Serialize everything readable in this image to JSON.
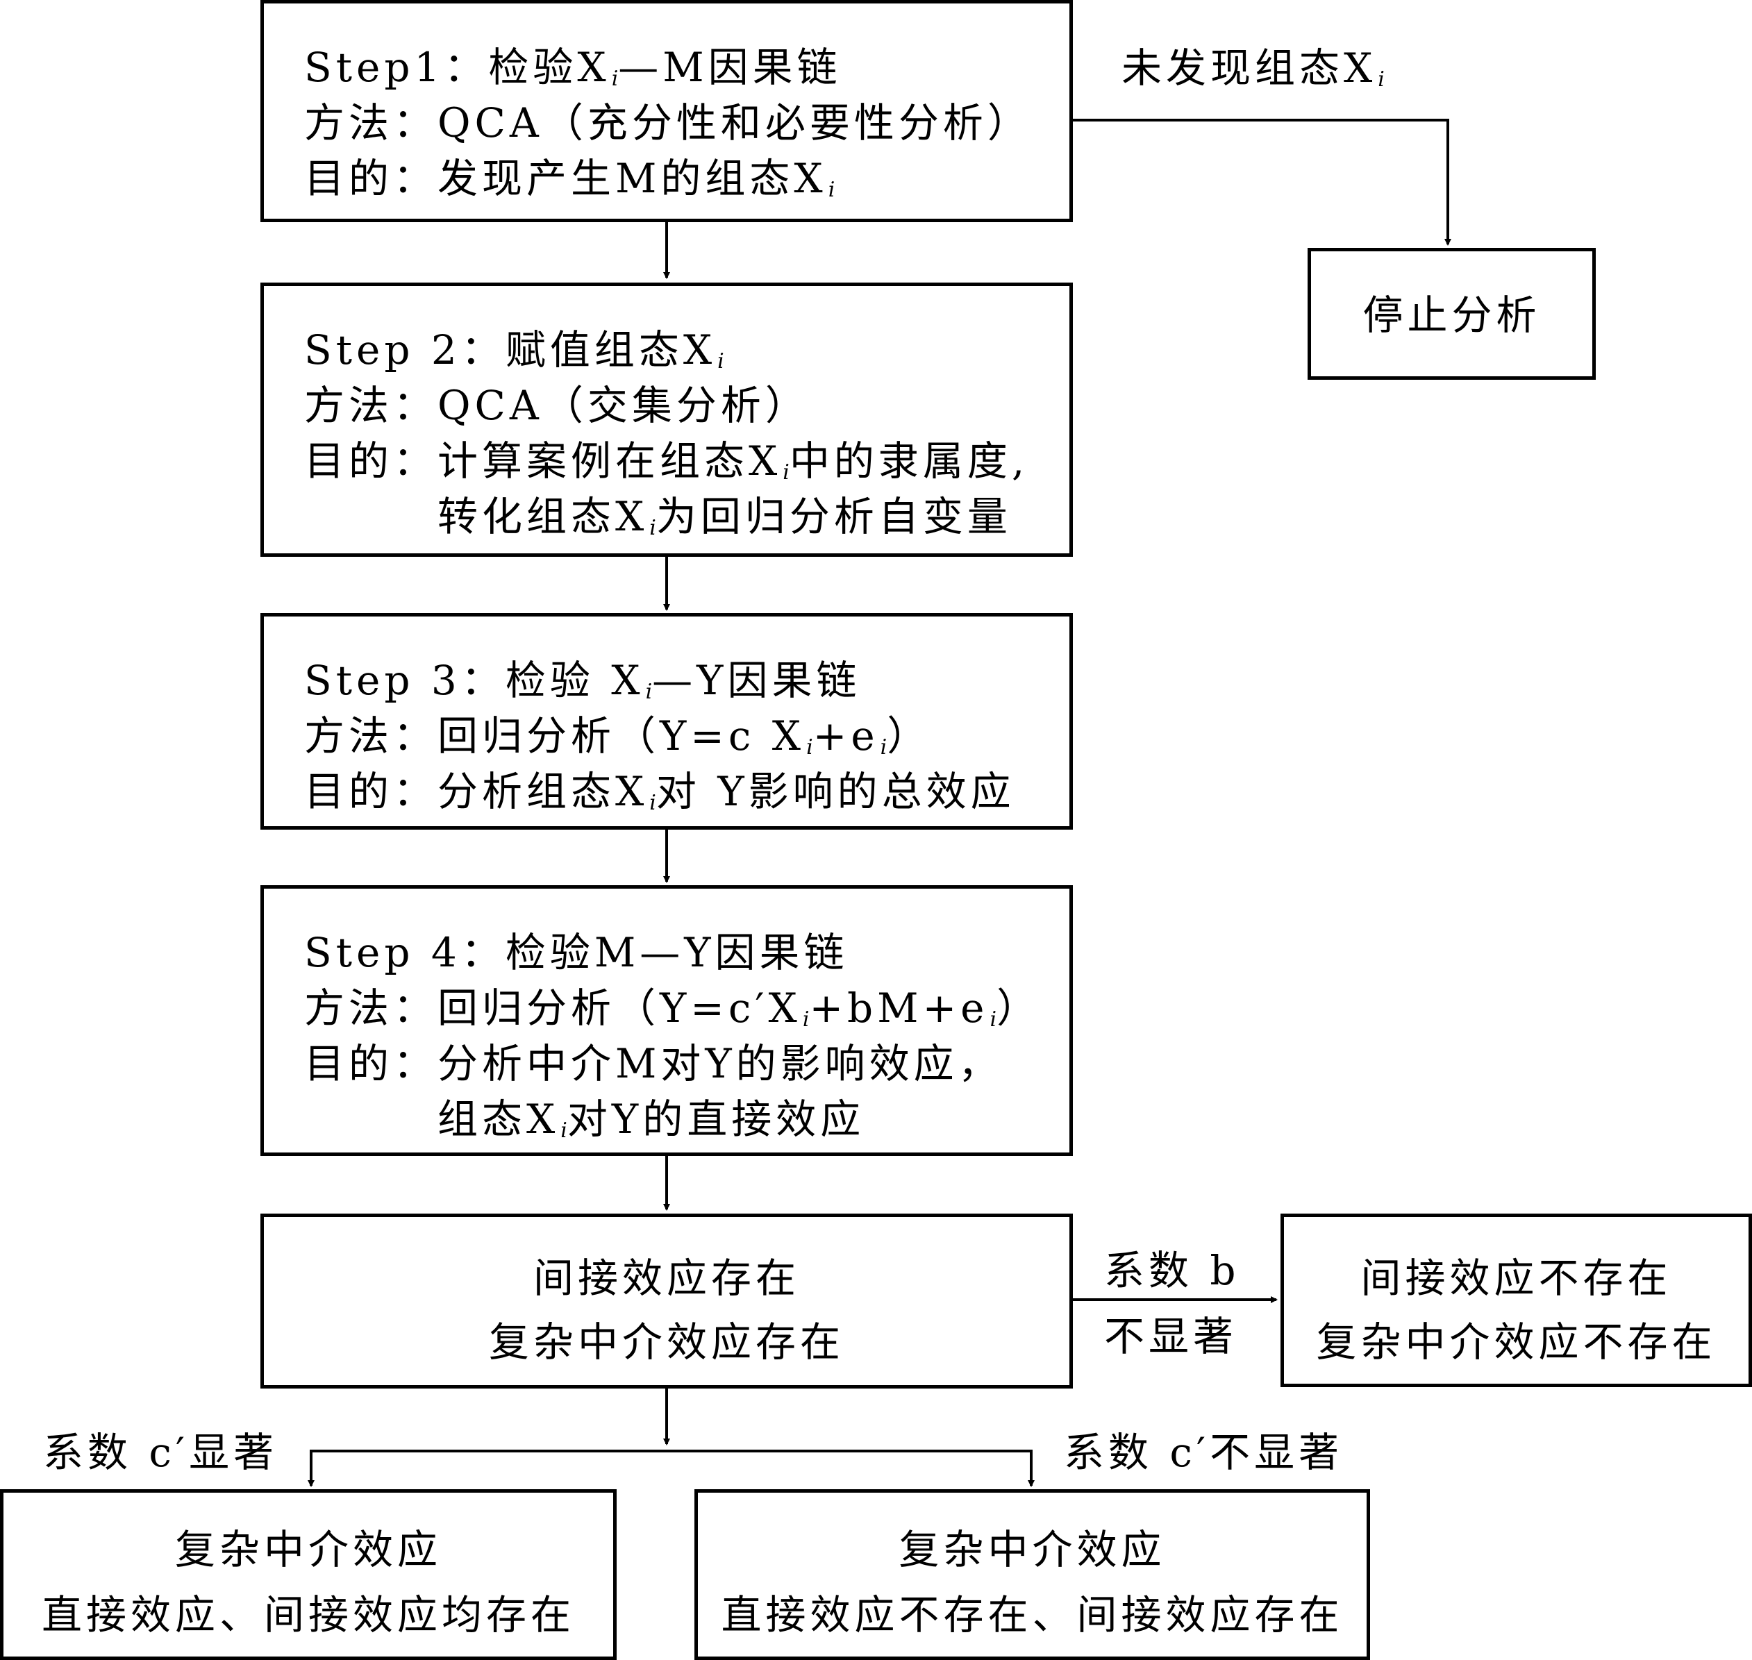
{
  "step1": {
    "title_pre": "Step1：检验X",
    "title_post": "—M因果链",
    "method": "方法：QCA（充分性和必要性分析）",
    "purpose_pre": "目的：发现产生M的组态X"
  },
  "step2": {
    "title_pre": "Step 2：赋值组态X",
    "method": "方法：QCA（交集分析）",
    "purpose_pre": "目的：计算案例在组态X",
    "purpose_post": "中的隶属度,",
    "purpose2_pre": "转化组态X",
    "purpose2_post": "为回归分析自变量"
  },
  "step3": {
    "title_pre": "Step 3：检验 X",
    "title_post": "—Y因果链",
    "method_pre": "方法：回归分析（Y=c X",
    "method_mid": "+e",
    "method_post": "）",
    "purpose_pre": "目的：分析组态X",
    "purpose_post": "对 Y影响的总效应"
  },
  "step4": {
    "title": "Step 4：检验M—Y因果链",
    "method_pre": "方法：回归分析（Y=c′X",
    "method_mid": "+bM+e",
    "method_post": "）",
    "purpose": "目的：分析中介M对Y的影响效应，",
    "purpose2_pre": "组态X",
    "purpose2_post": "对Y的直接效应"
  },
  "subscript_i": "i",
  "no_config_label_pre": "未发现组态X",
  "stop": "停止分析",
  "indirect_exists": {
    "line1": "间接效应存在",
    "line2": "复杂中介效应存在"
  },
  "coef_b_label": {
    "line1": "系数 b",
    "line2": "不显著"
  },
  "indirect_not_exists": {
    "line1": "间接效应不存在",
    "line2": "复杂中介效应不存在"
  },
  "coef_c_sig": "系数 c′显著",
  "coef_c_nonsig": "系数 c′不显著",
  "result_left": {
    "line1": "复杂中介效应",
    "line2": "直接效应、间接效应均存在"
  },
  "result_right": {
    "line1": "复杂中介效应",
    "line2": "直接效应不存在、间接效应存在"
  }
}
